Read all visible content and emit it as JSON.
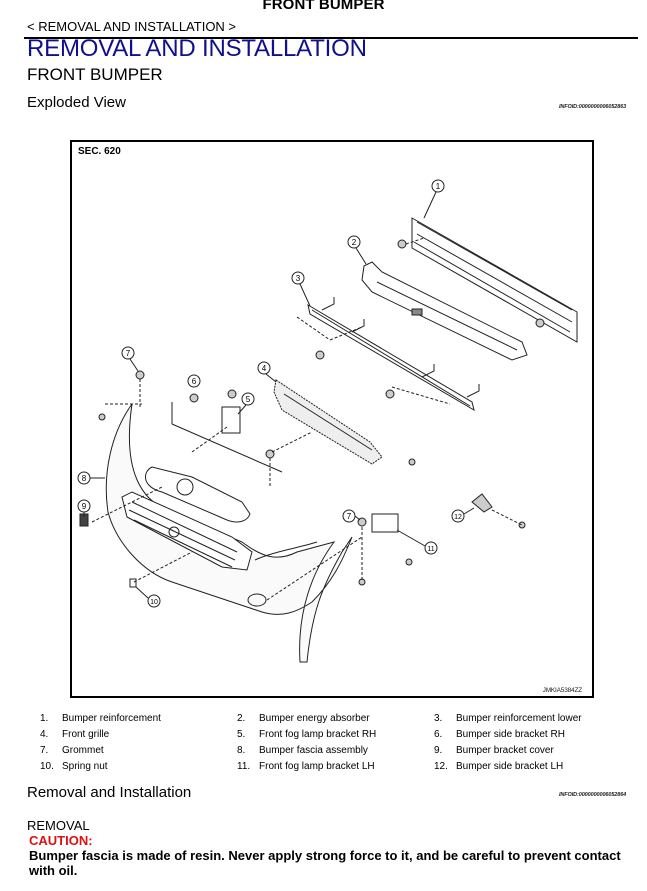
{
  "header": {
    "page_title": "FRONT BUMPER",
    "breadcrumb": "< REMOVAL AND INSTALLATION >",
    "section_title": "REMOVAL AND INSTALLATION",
    "subsection_title": "FRONT BUMPER"
  },
  "exploded_view": {
    "heading": "Exploded View",
    "infoid": "INFOID:0000000006052863",
    "figure": {
      "section_label": "SEC. 620",
      "figure_code": "JMKIA5384ZZ",
      "callouts": [
        "1",
        "2",
        "3",
        "4",
        "5",
        "6",
        "7",
        "7",
        "8",
        "9",
        "10",
        "11",
        "12"
      ]
    },
    "legend": [
      {
        "num": "1.",
        "label": "Bumper reinforcement"
      },
      {
        "num": "2.",
        "label": "Bumper energy absorber"
      },
      {
        "num": "3.",
        "label": "Bumper reinforcement lower"
      },
      {
        "num": "4.",
        "label": "Front grille"
      },
      {
        "num": "5.",
        "label": "Front fog lamp bracket RH"
      },
      {
        "num": "6.",
        "label": "Bumper side bracket RH"
      },
      {
        "num": "7.",
        "label": "Grommet"
      },
      {
        "num": "8.",
        "label": "Bumper fascia assembly"
      },
      {
        "num": "9.",
        "label": "Bumper bracket cover"
      },
      {
        "num": "10.",
        "label": "Spring nut"
      },
      {
        "num": "11.",
        "label": "Front fog lamp bracket LH"
      },
      {
        "num": "12.",
        "label": "Bumper side bracket LH"
      }
    ]
  },
  "removal_installation": {
    "heading": "Removal and Installation",
    "infoid": "INFOID:0000000006052864",
    "removal_label": "REMOVAL",
    "caution_label": "CAUTION:",
    "caution_text": "Bumper fascia is made of resin. Never apply strong force to it, and be careful to prevent contact with oil."
  },
  "colors": {
    "section_title": "#10108c",
    "caution": "#e01010"
  }
}
